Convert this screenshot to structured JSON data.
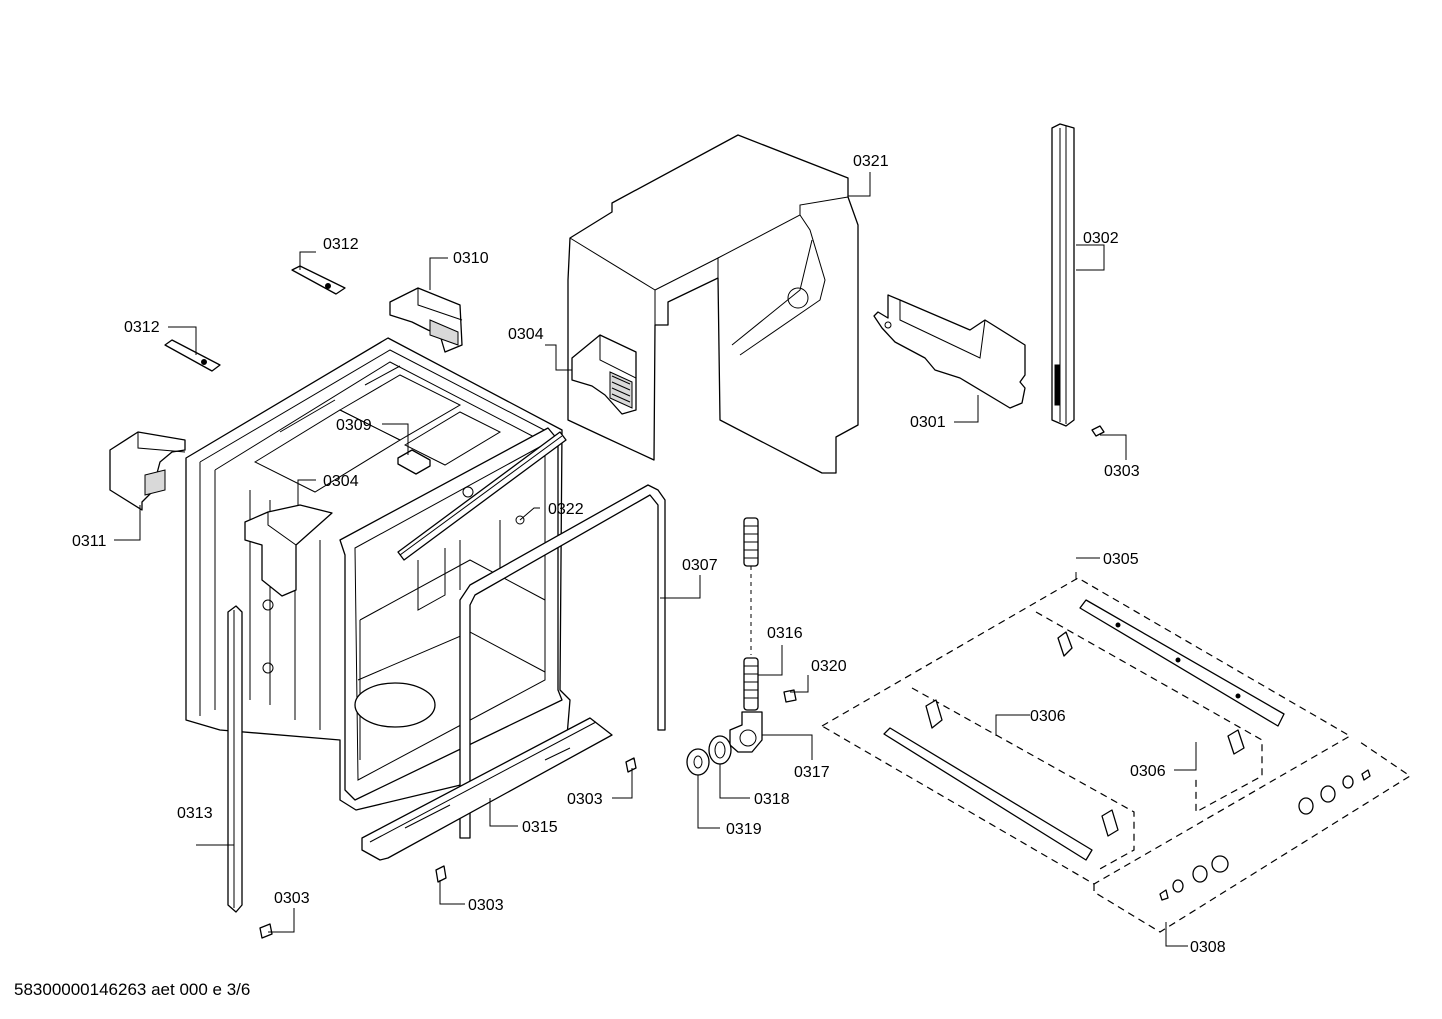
{
  "footer": "58300000146263 aet 000 e 3/6",
  "parts": {
    "p0301": "0301",
    "p0302": "0302",
    "p0303a": "0303",
    "p0303b": "0303",
    "p0303c": "0303",
    "p0303d": "0303",
    "p0304a": "0304",
    "p0304b": "0304",
    "p0305": "0305",
    "p0306a": "0306",
    "p0306b": "0306",
    "p0307": "0307",
    "p0308": "0308",
    "p0309": "0309",
    "p0310": "0310",
    "p0311": "0311",
    "p0312a": "0312",
    "p0312b": "0312",
    "p0313": "0313",
    "p0315": "0315",
    "p0316": "0316",
    "p0317": "0317",
    "p0318": "0318",
    "p0319": "0319",
    "p0320": "0320",
    "p0321": "0321",
    "p0322": "0322"
  }
}
